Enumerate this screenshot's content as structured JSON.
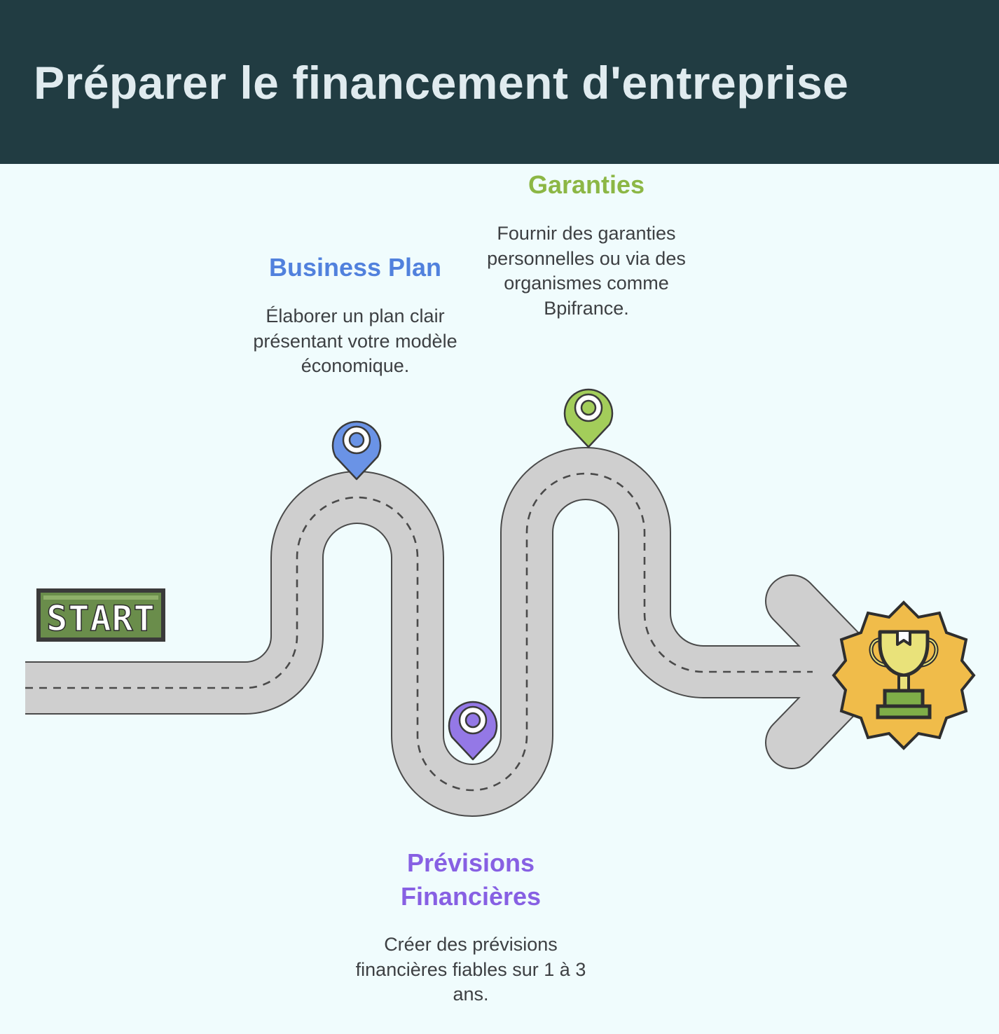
{
  "title": "Préparer le financement d'entreprise",
  "start_label": "START",
  "steps": [
    {
      "title": "Business Plan",
      "description": "Élaborer un plan clair présentant votre modèle économique.",
      "color": "#6a93e6"
    },
    {
      "title": "Prévisions Financières",
      "description": "Créer des prévisions financières fiables sur 1 à 3 ans.",
      "color": "#9478e6"
    },
    {
      "title": "Garanties",
      "description": "Fournir des garanties personnelles ou via des organismes comme Bpifrance.",
      "color": "#a3cd5a"
    }
  ],
  "icons": {
    "start": "start-sign-icon",
    "pin": "map-pin-icon",
    "goal": "trophy-badge-icon"
  },
  "colors": {
    "header_bg": "#213c42",
    "header_text": "#e0ebef",
    "page_bg": "#f0fcfd",
    "road": "#cfcfcf",
    "start_green": "#6a8d4b",
    "badge_gold": "#f0bc4a"
  }
}
